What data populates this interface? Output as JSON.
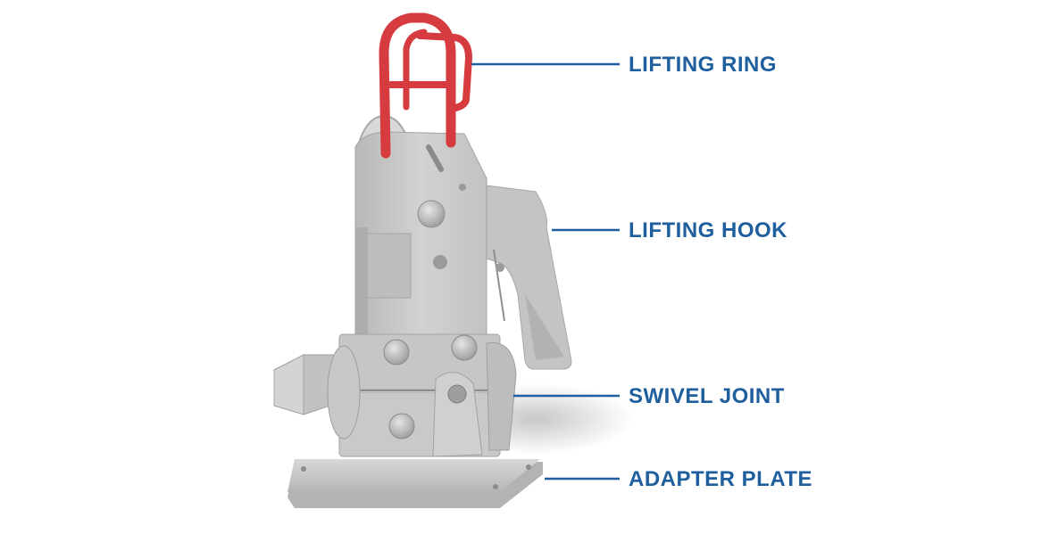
{
  "colors": {
    "label": "#1f5f9e",
    "leader_line": "#1f5f9e",
    "ring": "#d63b3f",
    "body": "#c9c9c9",
    "body_dark": "#a9a9a9",
    "base": "#cfcfcf"
  },
  "callouts": [
    {
      "id": "lifting-ring",
      "label": "LIFTING RING"
    },
    {
      "id": "lifting-hook",
      "label": "LIFTING HOOK"
    },
    {
      "id": "swivel-joint",
      "label": "SWIVEL JOINT"
    },
    {
      "id": "adapter-plate",
      "label": "ADAPTER PLATE"
    }
  ]
}
